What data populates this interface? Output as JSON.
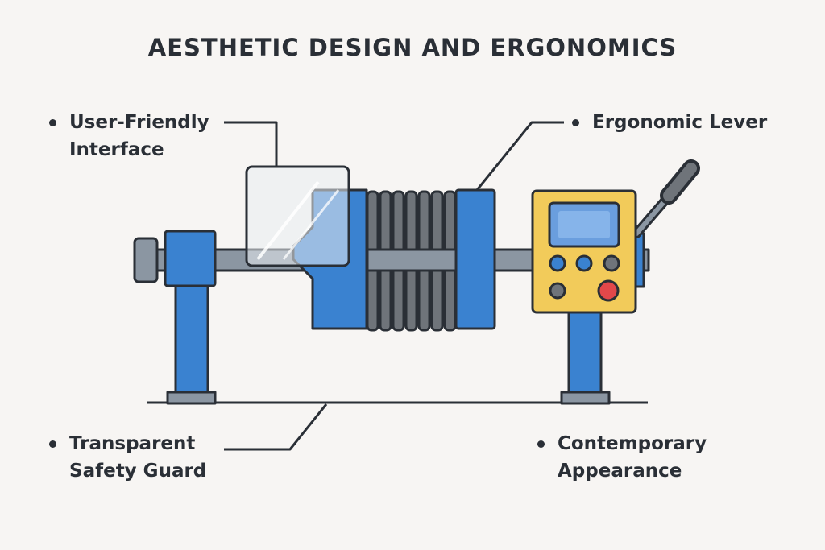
{
  "title": "AESTHETIC DESIGN AND ERGONOMICS",
  "labels": {
    "user_friendly": [
      "User-Friendly",
      "Interface"
    ],
    "ergonomic_lever": [
      "Ergonomic Lever"
    ],
    "safety_guard": [
      "Transparent",
      "Safety Guard"
    ],
    "contemporary": [
      "Contemporary",
      "Appearance"
    ]
  },
  "colors": {
    "frame_blue": "#3a82d0",
    "plate_gray": "#6f747a",
    "rod_gray": "#8b96a2",
    "panel_yellow": "#f2cb5a",
    "stop_red": "#e2484a",
    "outline": "#2a2f36",
    "background": "#f7f5f3"
  }
}
